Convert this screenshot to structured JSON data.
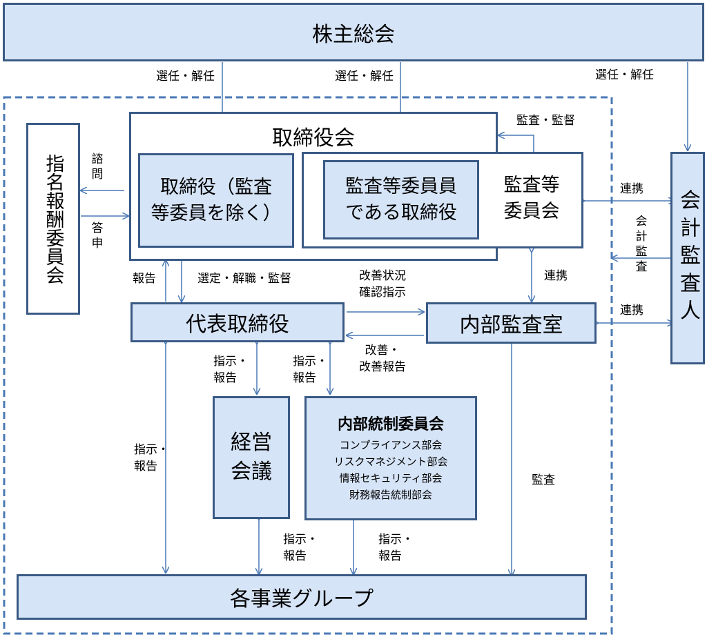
{
  "boxes": {
    "shareholders": "株主総会",
    "board": "取締役会",
    "directors_excl": "取締役（監査\n等委員を除く）",
    "audit_directors": "監査等委員員\nである取締役",
    "audit_committee": "監査等\n委員会",
    "nomination": "指名報酬委員会",
    "ceo": "代表取締役",
    "internal_audit": "内部監査室",
    "auditor": "会計監査人",
    "mgmt_council": "経営\n会議",
    "ic_committee": {
      "title": "内部統制委員会",
      "subs": [
        "コンプライアンス部会",
        "リスクマネジメント部会",
        "情報セキュリティ部会",
        "財務報告統制部会"
      ]
    },
    "business_groups": "各事業グループ"
  },
  "labels": {
    "elect1": "選任・解任",
    "elect2": "選任・解任",
    "elect3": "選任・解任",
    "audit_supervise": "監査・監督",
    "consult": "諮問",
    "report_back": "答申",
    "report": "報告",
    "select": "選定・解職・監督",
    "improve_status": "改善状況\n確認指示",
    "coop1": "連携",
    "coop2": "連携",
    "coop3": "連携",
    "acct_audit": "会計監査",
    "improve": "改善・\n改善報告",
    "instr1": "指示・\n報告",
    "instr2": "指示・\n報告",
    "instr3": "指示・\n報告",
    "instr4": "指示・\n報告",
    "instr5": "指示・\n報告",
    "audit": "監査"
  },
  "colors": {
    "box_fill": "#d6e4f7",
    "border": "#3a5a85",
    "arrow": "#4a78b5",
    "dashed": "#4a78b5"
  }
}
